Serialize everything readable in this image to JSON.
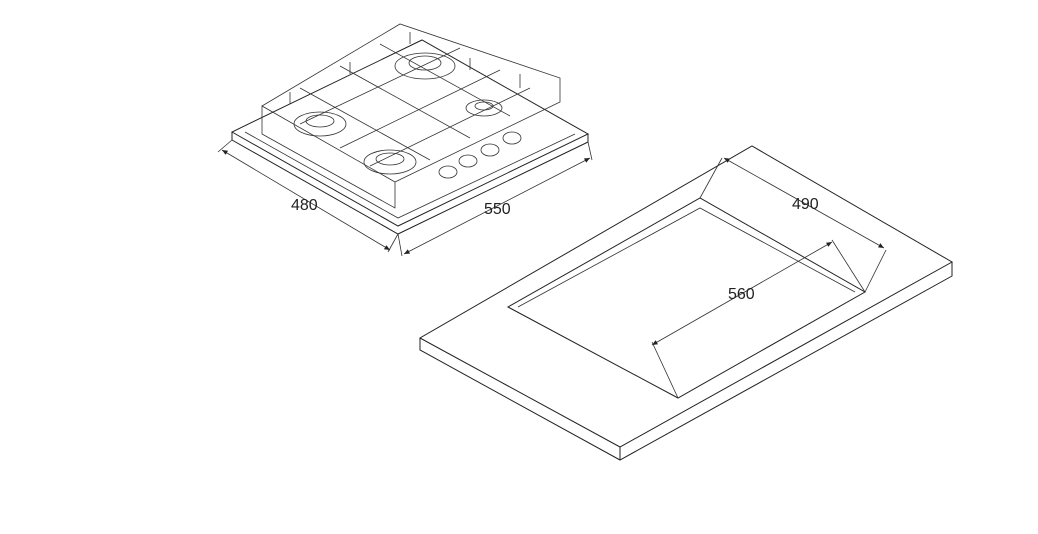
{
  "hob": {
    "depth_label": "480",
    "width_label": "550"
  },
  "cutout": {
    "depth_label": "490",
    "width_label": "560"
  }
}
